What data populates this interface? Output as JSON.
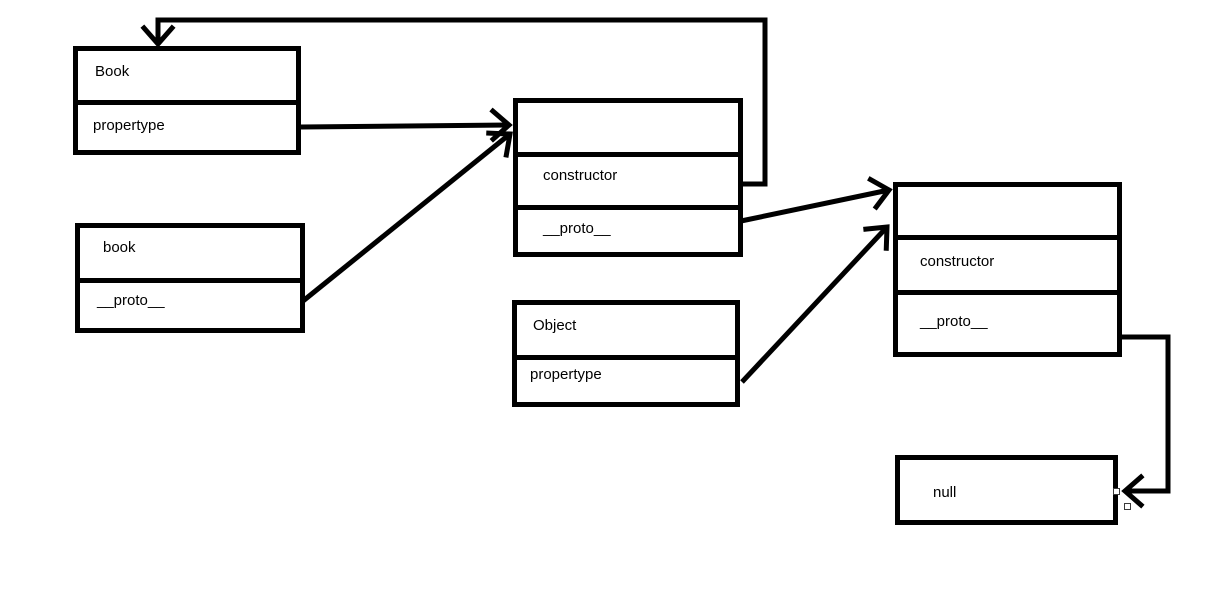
{
  "page": {
    "background_color": "#ffffff",
    "stroke_color": "#000000",
    "description": "Hand-drawn prototype chain diagram (paint-style canvas)"
  },
  "boxes": {
    "book_constructor": {
      "row1": "Book",
      "row2": "propertype"
    },
    "book_instance": {
      "row1": "book",
      "row2": "__proto__"
    },
    "book_prototype": {
      "row1": "",
      "row2": "constructor",
      "row3": "__proto__"
    },
    "object_constructor": {
      "row1": "Object",
      "row2": "propertype"
    },
    "object_prototype": {
      "row1": "",
      "row2": "constructor",
      "row3": "__proto__"
    },
    "null_value": {
      "row1": "null"
    }
  },
  "edges": [
    {
      "from": "book_prototype.constructor",
      "to": "book_constructor",
      "style": "orthogonal-top-loop"
    },
    {
      "from": "book_constructor.propertype",
      "to": "book_prototype",
      "style": "straight-arrow"
    },
    {
      "from": "book_instance.__proto__",
      "to": "book_prototype",
      "style": "diagonal-arrow"
    },
    {
      "from": "book_prototype.__proto__",
      "to": "object_prototype",
      "style": "diagonal-arrow"
    },
    {
      "from": "object_constructor.propertype",
      "to": "object_prototype",
      "style": "diagonal-arrow"
    },
    {
      "from": "object_prototype.__proto__",
      "to": "null_value",
      "style": "orthogonal-right-loop"
    }
  ]
}
